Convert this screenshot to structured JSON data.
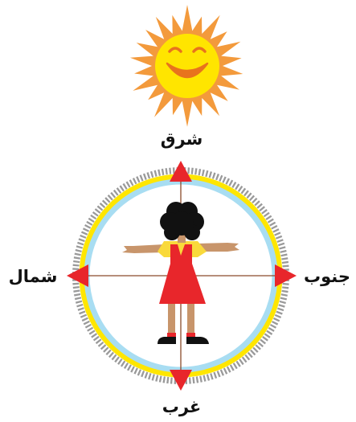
{
  "directions": {
    "top": "شرق",
    "bottom": "غرب",
    "left": "شمال",
    "right": "جنوب"
  },
  "colors": {
    "sun_rays": "#F39A3C",
    "sun_face": "#FFE500",
    "sun_features": "#E8731D",
    "ring_ticks": "#9A9A9A",
    "ring_yellow": "#FFE600",
    "ring_blue": "#A8DDF2",
    "arrow": "#E8262B",
    "axis_line": "#8A4A2A",
    "dress": "#E8262B",
    "shirt": "#F9D93B",
    "skin": "#C8956B",
    "hair": "#111111"
  },
  "icons": {
    "sun": "smiling-sun-icon",
    "child": "girl-figure-icon"
  }
}
